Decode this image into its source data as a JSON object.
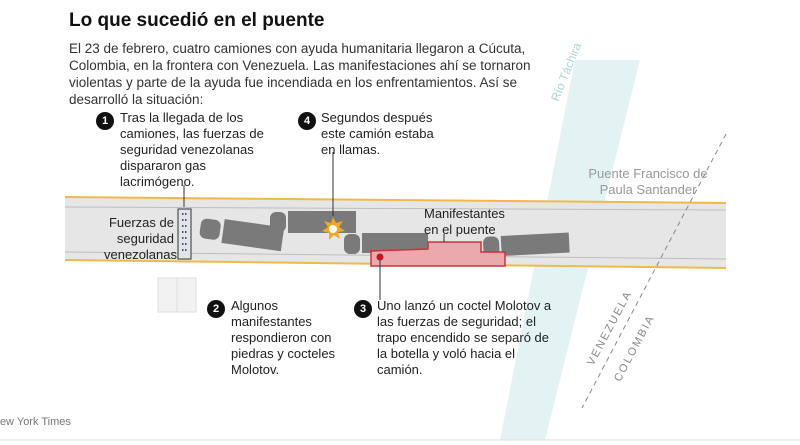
{
  "title": "Lo que sucedió en el puente",
  "intro": "El 23 de febrero, cuatro camiones con ayuda humanitaria llegaron a Cúcuta, Colombia, en la frontera con Venezuela. Las manifestaciones ahí se tornaron violentas y parte de la ayuda fue incendiada en los enfrentamientos. Así se desarrolló la situación:",
  "annotations": [
    {
      "number": "1",
      "text": "Tras la llegada de los camiones, las fuerzas de seguridad venezolanas dispararon gas lacrimógeno."
    },
    {
      "number": "2",
      "text": "Algunos manifestantes respondieron con piedras y cocteles Molotov."
    },
    {
      "number": "3",
      "text": "Uno lanzó un coctel Molotov a las fuerzas de seguridad; el trapo encendido se separó de la botella y voló hacia el camión."
    },
    {
      "number": "4",
      "text": "Segundos después este camión estaba en llamas."
    }
  ],
  "labels": {
    "forces": "Fuerzas de seguridad venezolanas",
    "protesters": "Manifestantes en el puente",
    "river": "Río Táchira",
    "bridge": "Puente Francisco de Paula Santander",
    "venezuela": "VENEZUELA",
    "colombia": "COLOMBIA"
  },
  "credit": "New York Times",
  "colors": {
    "protest": "#d0303a",
    "road_edge": "#f0b94a",
    "truck": "#7a7a7a",
    "river": "#e3f3f3"
  }
}
